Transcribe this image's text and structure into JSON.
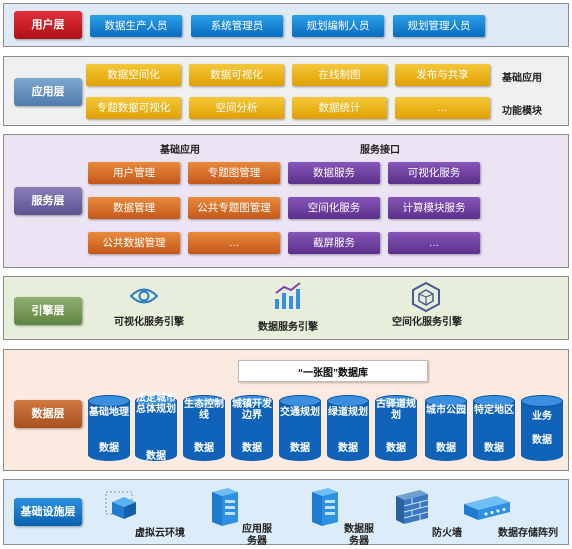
{
  "user_layer": {
    "title": "用户层",
    "items": [
      "数据生产人员",
      "系统管理员",
      "规划编制人员",
      "规划管理人员"
    ]
  },
  "app_layer": {
    "title": "应用层",
    "row1": [
      "数据空间化",
      "数据可视化",
      "在线制图",
      "发布与共享"
    ],
    "row2": [
      "专题数据可视化",
      "空间分析",
      "数据统计",
      "…"
    ],
    "row1_label": "基础应用",
    "row2_label": "功能模块"
  },
  "service_layer": {
    "title": "服务层",
    "left_header": "基础应用",
    "right_header": "服务接口",
    "left_items": [
      "用户管理",
      "专题图管理",
      "数据管理",
      "公共专题图管理",
      "公共数据管理",
      "…"
    ],
    "right_items": [
      "数据服务",
      "可视化服务",
      "空间化服务",
      "计算模块服务",
      "截屏服务",
      "…"
    ]
  },
  "engine_layer": {
    "title": "引擎层",
    "engines": [
      {
        "label": "可视化服务引擎",
        "icon": "eye-icon"
      },
      {
        "label": "数据服务引擎",
        "icon": "bar-chart-icon"
      },
      {
        "label": "空间化服务引擎",
        "icon": "cube-icon"
      }
    ]
  },
  "data_layer": {
    "title": "数据层",
    "banner": "“一张图”数据库",
    "databases": [
      {
        "name": "基础地理",
        "sub": "数据"
      },
      {
        "name": "法定城市总体规划",
        "sub": "数据"
      },
      {
        "name": "生态控制线",
        "sub": "数据"
      },
      {
        "name": "城镇开发边界",
        "sub": "数据"
      },
      {
        "name": "交通规划",
        "sub": "数据"
      },
      {
        "name": "绿道规划",
        "sub": "数据"
      },
      {
        "name": "古驿道规划",
        "sub": "数据"
      },
      {
        "name": "城市公园",
        "sub": "数据"
      },
      {
        "name": "特定地区",
        "sub": "数据"
      },
      {
        "name": "业务",
        "sub": "数据"
      }
    ]
  },
  "infra_layer": {
    "title": "基础设施层",
    "items": [
      {
        "label": "虚拟云环境",
        "icon": "virtual-cloud-icon"
      },
      {
        "label": "应用服务器",
        "icon": "app-server-icon"
      },
      {
        "label": "数据服务器",
        "icon": "data-server-icon"
      },
      {
        "label": "防火墙",
        "icon": "firewall-icon"
      },
      {
        "label": "数据存储阵列",
        "icon": "storage-array-icon"
      }
    ]
  },
  "colors": {
    "user_bg": "#dfeaf6",
    "app_bg": "#f0f0f0",
    "service_bg": "#ece4f3",
    "engine_bg": "#e7efdc",
    "data_bg": "#fbeadf",
    "infra_bg": "#dcecf8"
  }
}
